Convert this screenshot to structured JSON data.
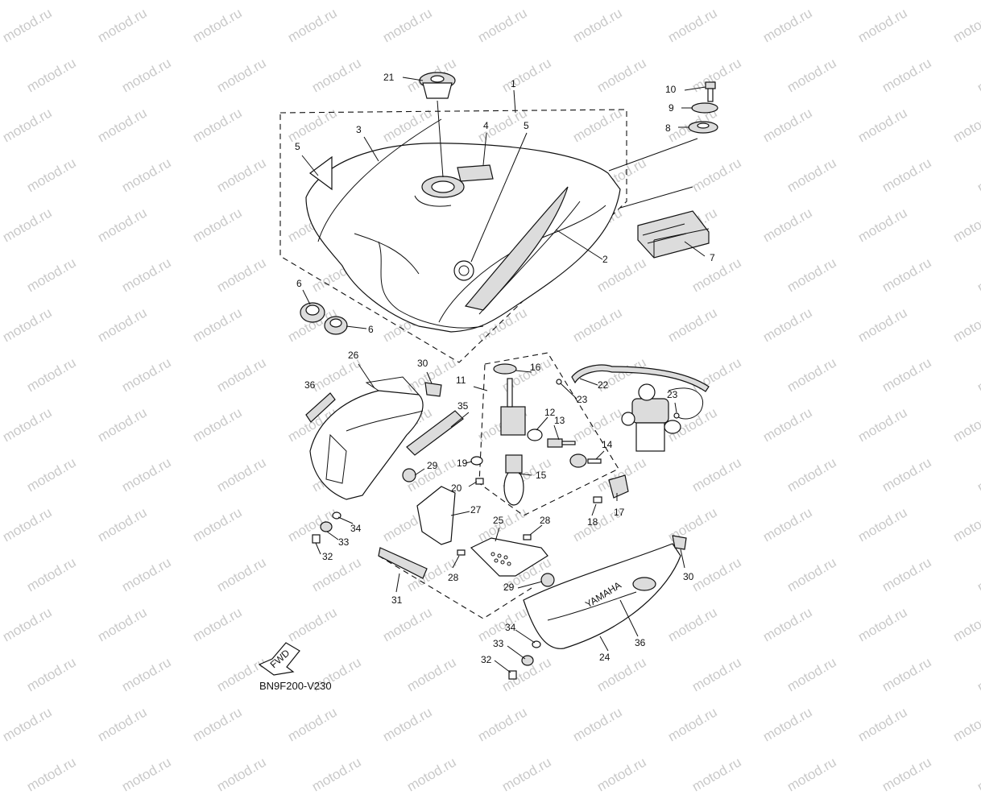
{
  "diagram": {
    "caption": "BN9F200-V230",
    "watermark_text": "motod.ru",
    "logo_fwd": "FWD",
    "brand_text": "YAMAHA",
    "callouts": [
      "1",
      "2",
      "3",
      "4",
      "5",
      "5",
      "6",
      "6",
      "7",
      "8",
      "9",
      "10",
      "11",
      "12",
      "13",
      "14",
      "15",
      "16",
      "17",
      "18",
      "19",
      "20",
      "21",
      "22",
      "23",
      "23",
      "24",
      "25",
      "26",
      "27",
      "28",
      "28",
      "29",
      "29",
      "30",
      "30",
      "31",
      "32",
      "32",
      "33",
      "33",
      "34",
      "34",
      "35",
      "36",
      "36"
    ]
  }
}
